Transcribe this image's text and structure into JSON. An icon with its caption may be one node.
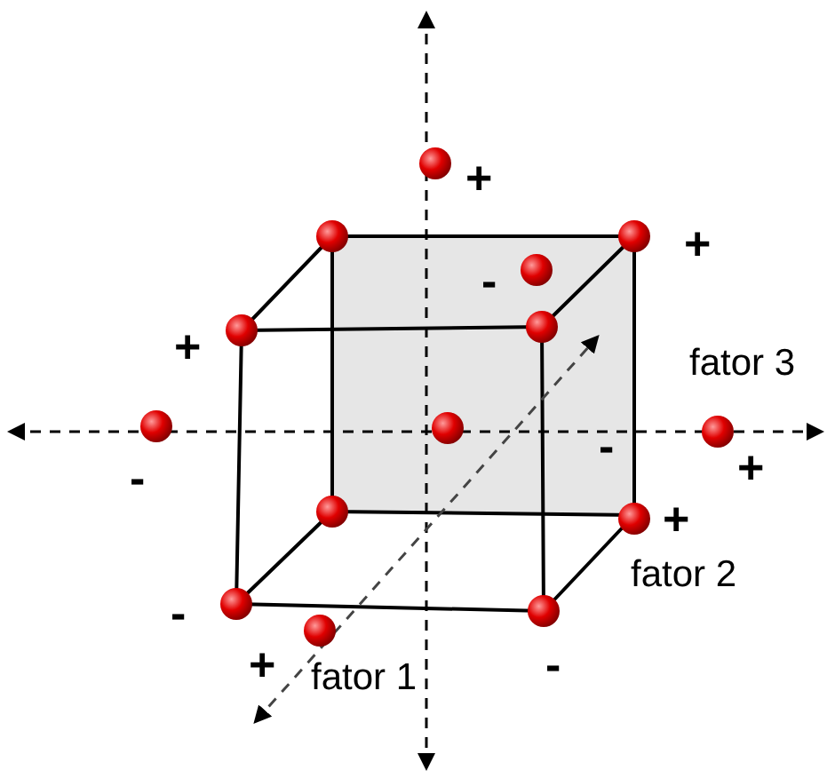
{
  "diagram": {
    "labels": [
      "+",
      "+",
      "-",
      "fator 3",
      "+",
      "-",
      "-",
      "+",
      "+",
      "fator 2",
      "-",
      "+",
      "fator 1",
      "-"
    ]
  }
}
